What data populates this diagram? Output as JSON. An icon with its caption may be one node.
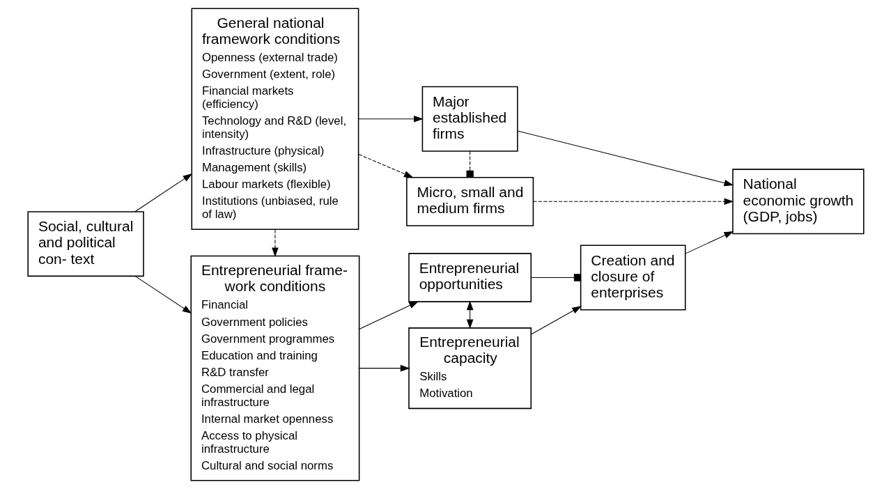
{
  "diagram": {
    "nodes": [
      {
        "text": [
          "Social, cultural and political con- text"
        ]
      },
      {
        "text": [
          "General national framework conditions",
          "Openness (external trade)",
          "Government (extent, role)",
          "Financial markets (efficiency)",
          "Technology and R&D (level, intensity)",
          "Infrastructure (physical)",
          "Management (skills)",
          "Labour markets (flexible)",
          "Institutions (unbiased, rule of law)"
        ]
      },
      {
        "text": [
          "Entrepreneurial frame- work conditions",
          "Financial",
          "Government policies",
          "Government programmes",
          "Education and training",
          "R&D transfer",
          "Commercial and legal infrastructure",
          "Internal market openness",
          "Access to physical infrastructure",
          "Cultural and social norms"
        ]
      },
      {
        "text": [
          "Major established firms"
        ]
      },
      {
        "text": [
          "Micro, small and medium firms"
        ]
      },
      {
        "text": [
          "Entrepreneurial opportunities"
        ]
      },
      {
        "text": [
          "Entrepreneurial capacity",
          "Skills",
          "Motivation"
        ]
      },
      {
        "text": [
          "National economic growth (GDP, jobs)"
        ]
      },
      {
        "text": [
          "Creation and closure of enterprises"
        ]
      }
    ],
    "edges": [
      {
        "from": 0,
        "to": 1,
        "arrow": "to"
      },
      {
        "from": 0,
        "to": 2,
        "arrow": "to"
      },
      {
        "from": 1,
        "to": 2,
        "arrow": "to",
        "style": "dashed"
      },
      {
        "from": 1,
        "to": 3,
        "arrow": "to"
      },
      {
        "from": 1,
        "to": 4,
        "arrow": "to",
        "style": "dashed"
      },
      {
        "from": 3,
        "to": 4,
        "arrow": "other",
        "style": "dashed"
      },
      {
        "from": 3,
        "to": 7,
        "arrow": "to"
      },
      {
        "from": 4,
        "to": 7,
        "arrow": "to",
        "style": "dashed"
      },
      {
        "from": 2,
        "to": 5,
        "arrow": "to"
      },
      {
        "from": 2,
        "to": 6,
        "arrow": "to"
      },
      {
        "from": 5,
        "to": 6,
        "arrow": "both"
      },
      {
        "from": 5,
        "to": 8,
        "arrow": "other"
      },
      {
        "from": 6,
        "to": 8,
        "arrow": "to"
      },
      {
        "from": 8,
        "to": 7,
        "arrow": "to"
      }
    ]
  }
}
